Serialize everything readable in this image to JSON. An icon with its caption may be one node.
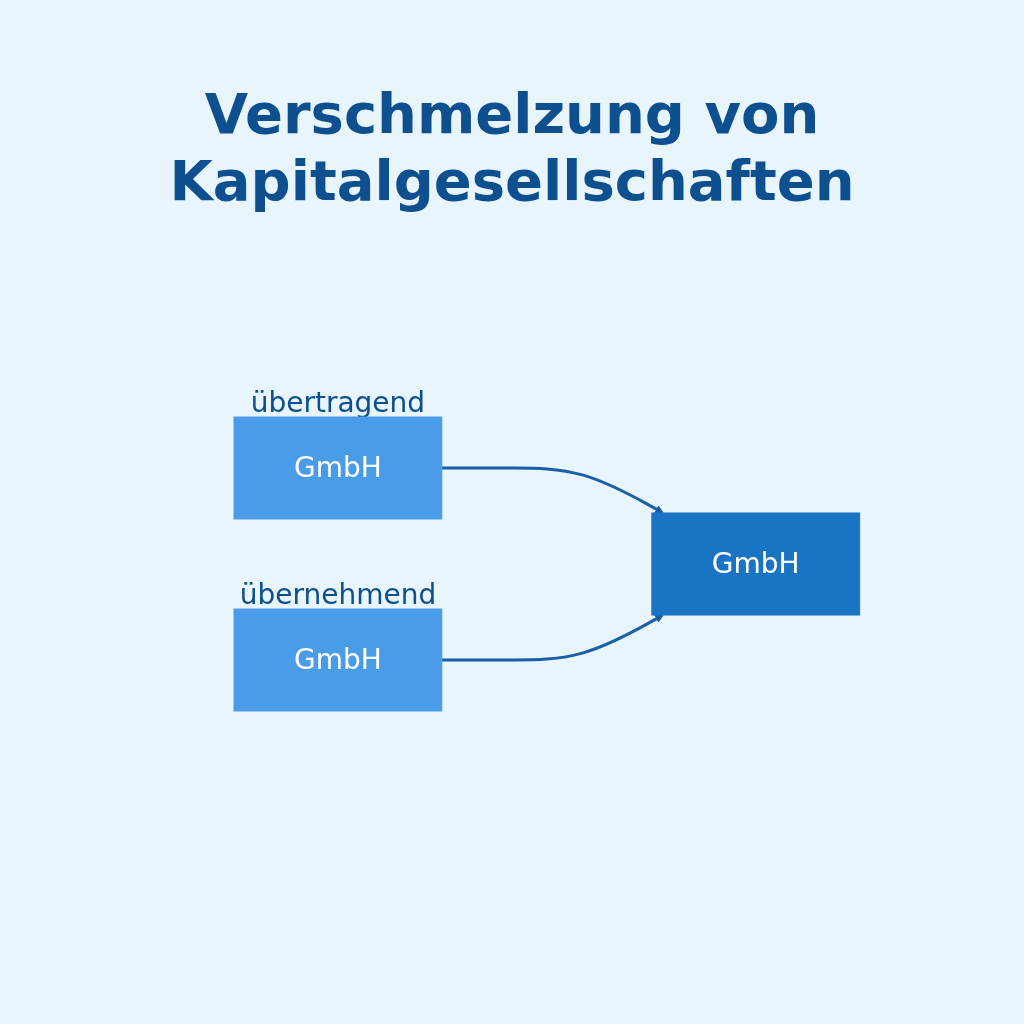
{
  "diagram": {
    "title": "Verschmelzung von Kapitalgesellschaften",
    "nodes": [
      {
        "text": [
          "GmbH"
        ],
        "beside": [
          "übertragend"
        ]
      },
      {
        "text": [
          "GmbH"
        ],
        "beside": [
          "übernehmend"
        ]
      },
      {
        "text": [
          "GmbH"
        ]
      }
    ],
    "edges": [
      {
        "from": 0,
        "to": 2,
        "arrow": "to"
      },
      {
        "from": 1,
        "to": 2,
        "arrow": "to"
      }
    ]
  }
}
